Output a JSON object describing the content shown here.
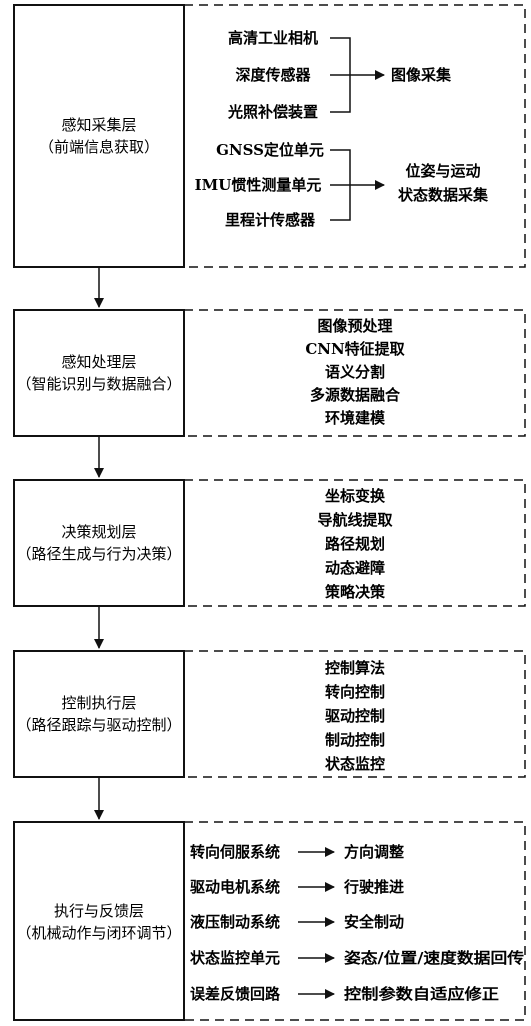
{
  "layers": [
    {
      "title": "感知采集层",
      "subtitle": "（前端信息获取）",
      "groups": [
        {
          "inputs": [
            "高清工业相机",
            "深度传感器",
            "光照补偿装置"
          ],
          "output": [
            "图像采集"
          ]
        },
        {
          "inputs": [
            "GNSS定位单元",
            "IMU惯性测量单元",
            "里程计传感器"
          ],
          "output": [
            "位姿与运动",
            "状态数据采集"
          ]
        }
      ]
    },
    {
      "title": "感知处理层",
      "subtitle": "（智能识别与数据融合）",
      "items": [
        "图像预处理",
        "CNN特征提取",
        "语义分割",
        "多源数据融合",
        "环境建模"
      ]
    },
    {
      "title": "决策规划层",
      "subtitle": "（路径生成与行为决策）",
      "items": [
        "坐标变换",
        "导航线提取",
        "路径规划",
        "动态避障",
        "策略决策"
      ]
    },
    {
      "title": "控制执行层",
      "subtitle": "（路径跟踪与驱动控制）",
      "items": [
        "控制算法",
        "转向控制",
        "驱动控制",
        "制动控制",
        "状态监控"
      ]
    },
    {
      "title": "执行与反馈层",
      "subtitle": "（机械动作与闭环调节）",
      "pairs": [
        {
          "source": "转向伺服系统",
          "target": "方向调整"
        },
        {
          "source": "驱动电机系统",
          "target": "行驶推进"
        },
        {
          "source": "液压制动系统",
          "target": "安全制动"
        },
        {
          "source": "状态监控单元",
          "target": "姿态/位置/速度数据回传"
        },
        {
          "source": "误差反馈回路",
          "target": "控制参数自适应修正"
        }
      ]
    }
  ],
  "style": {
    "line": "#111111",
    "text": "#111111",
    "background": "#ffffff"
  }
}
